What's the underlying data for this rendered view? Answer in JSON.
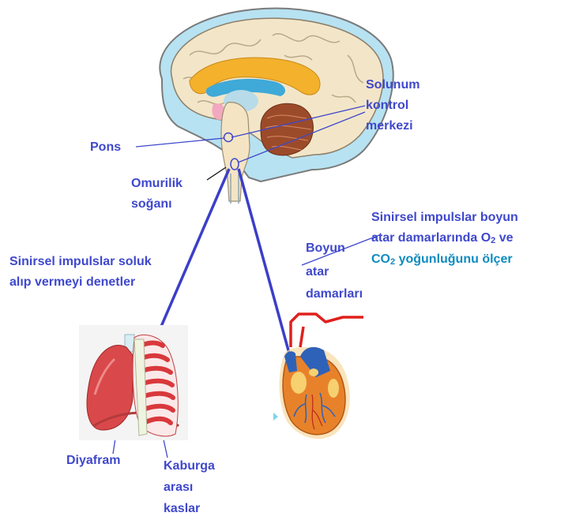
{
  "labels": {
    "pons": "Pons",
    "solunum_1": "Solunum",
    "solunum_2": "kontrol",
    "solunum_3": "merkezi",
    "omurilik_1": "Omurilik",
    "omurilik_2": "soğanı",
    "impuls_left_1": "Sinirsel impulslar soluk",
    "impuls_left_2": "alıp vermeyi denetler",
    "impuls_right_1": "Sinirsel impulslar boyun",
    "impuls_right_2a": "atar damarlarında  O",
    "impuls_right_2sub": "2",
    "impuls_right_2b": "  ve",
    "impuls_right_3a": "CO",
    "impuls_right_3sub": "2",
    "impuls_right_3b": "  yoğunluğunu ölçer",
    "boyun_1": "Boyun",
    "boyun_2": "atar",
    "boyun_3": "damarları",
    "diyafram": "Diyafram",
    "kaburga_1": "Kaburga",
    "kaburga_2": "arası",
    "kaburga_3": "kaslar"
  },
  "colors": {
    "label_blue": "#3f48cc",
    "label_teal": "#0d8bbf",
    "nerve_line": "#3a3fc8",
    "artery_red": "#e0201c",
    "lung_red": "#d9484a",
    "heart_orange": "#e8822a",
    "brain_beige": "#f3e6c8"
  },
  "icons": [
    "brain-illustration",
    "lungs-illustration",
    "heart-illustration"
  ]
}
